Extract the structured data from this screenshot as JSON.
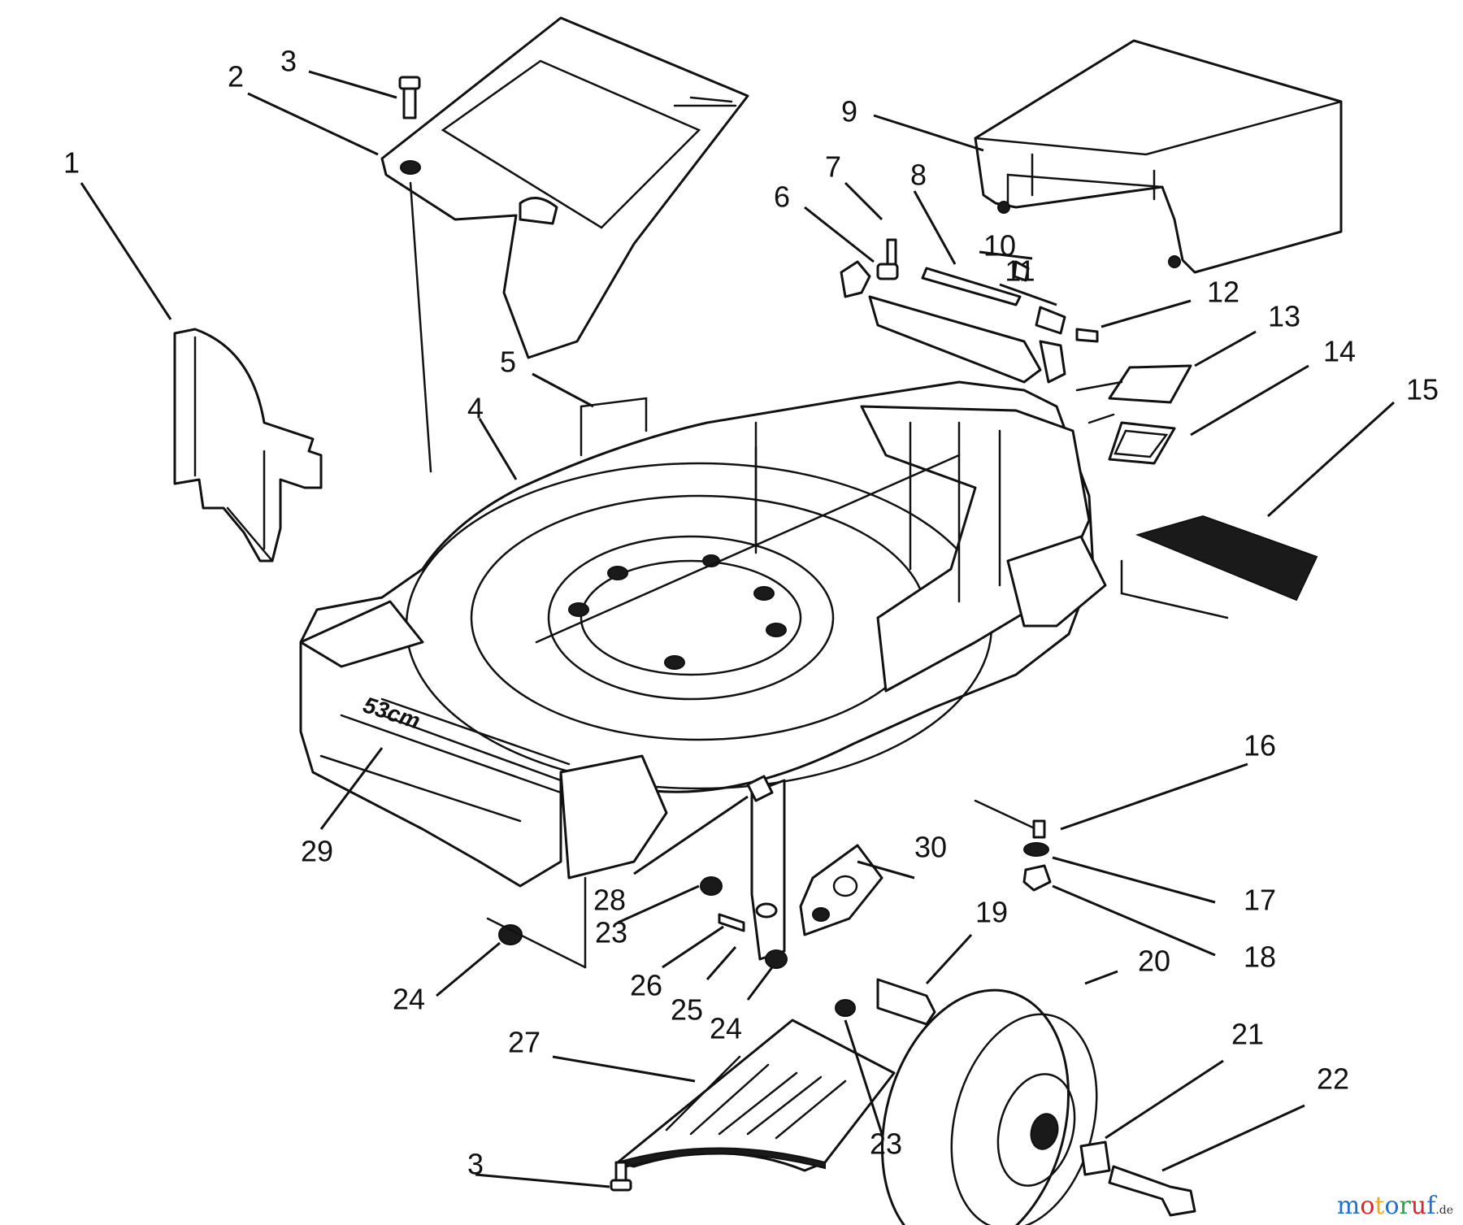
{
  "diagram": {
    "callouts": [
      {
        "id": "c1",
        "label": "1"
      },
      {
        "id": "c2",
        "label": "2"
      },
      {
        "id": "c3a",
        "label": "3"
      },
      {
        "id": "c3b",
        "label": "3"
      },
      {
        "id": "c4",
        "label": "4"
      },
      {
        "id": "c5",
        "label": "5"
      },
      {
        "id": "c6",
        "label": "6"
      },
      {
        "id": "c7",
        "label": "7"
      },
      {
        "id": "c8",
        "label": "8"
      },
      {
        "id": "c9",
        "label": "9"
      },
      {
        "id": "c10",
        "label": "10"
      },
      {
        "id": "c11",
        "label": "11"
      },
      {
        "id": "c12",
        "label": "12"
      },
      {
        "id": "c13",
        "label": "13"
      },
      {
        "id": "c14",
        "label": "14"
      },
      {
        "id": "c15",
        "label": "15"
      },
      {
        "id": "c16",
        "label": "16"
      },
      {
        "id": "c17",
        "label": "17"
      },
      {
        "id": "c18",
        "label": "18"
      },
      {
        "id": "c19",
        "label": "19"
      },
      {
        "id": "c20",
        "label": "20"
      },
      {
        "id": "c21",
        "label": "21"
      },
      {
        "id": "c22",
        "label": "22"
      },
      {
        "id": "c23a",
        "label": "23"
      },
      {
        "id": "c23b",
        "label": "23"
      },
      {
        "id": "c24a",
        "label": "24"
      },
      {
        "id": "c24b",
        "label": "24"
      },
      {
        "id": "c25",
        "label": "25"
      },
      {
        "id": "c26",
        "label": "26"
      },
      {
        "id": "c27",
        "label": "27"
      },
      {
        "id": "c28",
        "label": "28"
      },
      {
        "id": "c29",
        "label": "29"
      },
      {
        "id": "c30",
        "label": "30"
      }
    ],
    "deck_marking": "53cm"
  },
  "watermark": {
    "letters": [
      {
        "ch": "m",
        "color": "#1f6fd1"
      },
      {
        "ch": "o",
        "color": "#d9262a"
      },
      {
        "ch": "t",
        "color": "#f0a81c"
      },
      {
        "ch": "o",
        "color": "#1f6fd1"
      },
      {
        "ch": "r",
        "color": "#2ea04b"
      },
      {
        "ch": "u",
        "color": "#d9262a"
      },
      {
        "ch": "f",
        "color": "#1f6fd1"
      }
    ],
    "suffix": ".de"
  }
}
